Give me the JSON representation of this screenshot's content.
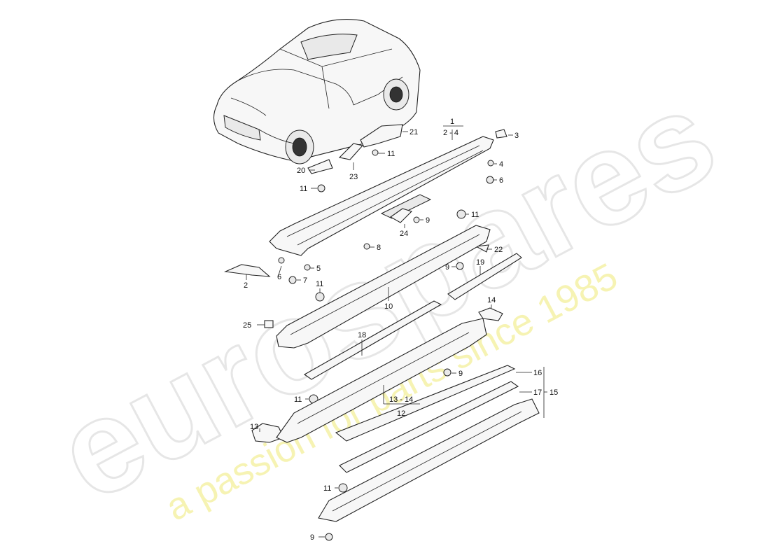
{
  "watermark": {
    "brand": "eurospares",
    "tagline": "a passion for parts since 1985"
  },
  "callouts": [
    {
      "id": "c1",
      "text": "1"
    },
    {
      "id": "c2-4",
      "text": "2 - 4"
    },
    {
      "id": "c3",
      "text": "3"
    },
    {
      "id": "c21",
      "text": "21"
    },
    {
      "id": "c11a",
      "text": "11"
    },
    {
      "id": "c23",
      "text": "23"
    },
    {
      "id": "c20",
      "text": "20"
    },
    {
      "id": "c11b",
      "text": "11"
    },
    {
      "id": "c4",
      "text": "4"
    },
    {
      "id": "c6a",
      "text": "6"
    },
    {
      "id": "c11c",
      "text": "11"
    },
    {
      "id": "c9a",
      "text": "9"
    },
    {
      "id": "c24",
      "text": "24"
    },
    {
      "id": "c8",
      "text": "8"
    },
    {
      "id": "c22",
      "text": "22"
    },
    {
      "id": "c5",
      "text": "5"
    },
    {
      "id": "c9b",
      "text": "9"
    },
    {
      "id": "c19",
      "text": "19"
    },
    {
      "id": "c6b",
      "text": "6"
    },
    {
      "id": "c7",
      "text": "7"
    },
    {
      "id": "c2",
      "text": "2"
    },
    {
      "id": "c11d",
      "text": "11"
    },
    {
      "id": "c10",
      "text": "10"
    },
    {
      "id": "c14",
      "text": "14"
    },
    {
      "id": "c25",
      "text": "25"
    },
    {
      "id": "c18",
      "text": "18"
    },
    {
      "id": "c9c",
      "text": "9"
    },
    {
      "id": "c16",
      "text": "16"
    },
    {
      "id": "c17",
      "text": "17"
    },
    {
      "id": "c15",
      "text": "15"
    },
    {
      "id": "c11e",
      "text": "11"
    },
    {
      "id": "c13-14",
      "text": "13 - 14"
    },
    {
      "id": "c12",
      "text": "12"
    },
    {
      "id": "c13",
      "text": "13"
    },
    {
      "id": "c11f",
      "text": "11"
    },
    {
      "id": "c9d",
      "text": "9"
    }
  ]
}
